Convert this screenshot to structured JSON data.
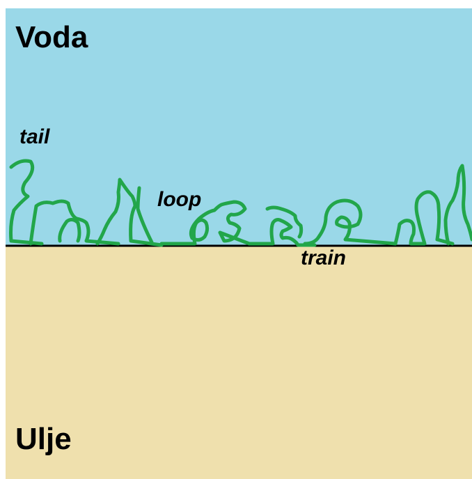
{
  "phases": {
    "top": {
      "label": "Voda",
      "color": "#9ad8e8"
    },
    "bottom": {
      "label": "Ulje",
      "color": "#efe0ad"
    }
  },
  "interface": {
    "color": "#000000"
  },
  "polymer": {
    "color": "#22a64a"
  },
  "regions": {
    "tail": "tail",
    "loop": "loop",
    "train": "train"
  }
}
